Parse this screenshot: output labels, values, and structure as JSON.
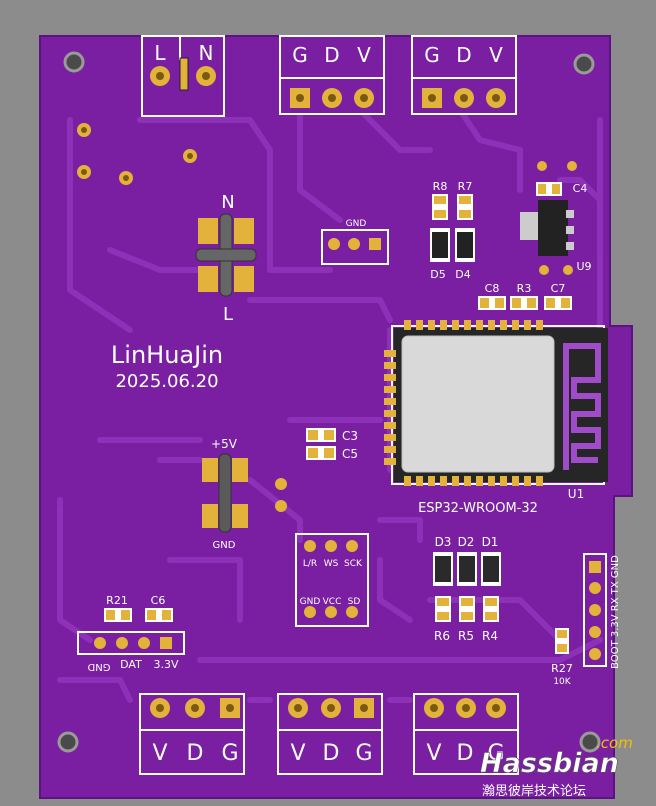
{
  "colors": {
    "background": "#8c8c8c",
    "board": "#7a1fa2",
    "board_dark": "#641686",
    "trace": "#8d2fb7",
    "silkscreen": "#ffffff",
    "pad_gold": "#e2b23a",
    "module_metal": "#d9d9d9",
    "component_black": "#222222"
  },
  "board": {
    "name_text": "LinHuaJin",
    "date_text": "2025.06.20"
  },
  "top_connectors": {
    "ac": {
      "pins": [
        "L",
        "N"
      ]
    },
    "left": {
      "pins": [
        "G",
        "D",
        "V"
      ]
    },
    "right": {
      "pins": [
        "G",
        "D",
        "V"
      ]
    }
  },
  "mains_labels": {
    "n": "N",
    "l": "L"
  },
  "header_gnd_label": "GND",
  "leds": {
    "r8": "R8",
    "r7": "R7",
    "d5": "D5",
    "d4": "D4",
    "c4": "C4",
    "u9": "U9",
    "c8": "C8",
    "r3": "R3",
    "c7": "C7"
  },
  "module": {
    "label": "ESP32-WROOM-32",
    "ref": "U1"
  },
  "caps": {
    "c3": "C3",
    "c5": "C5"
  },
  "power": {
    "plus": "+5V",
    "gnd": "GND"
  },
  "mic_header": {
    "row1": [
      "L/R",
      "WS",
      "SCK"
    ],
    "row2": [
      "GND",
      "VCC",
      "SD"
    ]
  },
  "diodes_right": {
    "d3": "D3",
    "d2": "D2",
    "d1": "D1",
    "r6": "R6",
    "r5": "R5",
    "r4": "R4"
  },
  "uart_header": {
    "label": "BOOT 3.3V RX TX GND"
  },
  "r27": {
    "ref": "R27",
    "value": "10K"
  },
  "left_header": {
    "r21": "R21",
    "c6": "C6",
    "pins": [
      "GND",
      "DAT",
      "3.3V"
    ]
  },
  "bottom_connectors": [
    {
      "pins": [
        "V",
        "D",
        "G"
      ]
    },
    {
      "pins": [
        "V",
        "D",
        "G"
      ]
    },
    {
      "pins": [
        "V",
        "D",
        "G"
      ]
    }
  ],
  "watermark": {
    "main": "Hassbian",
    "com": ".com",
    "sub": "瀚思彼岸技术论坛"
  }
}
